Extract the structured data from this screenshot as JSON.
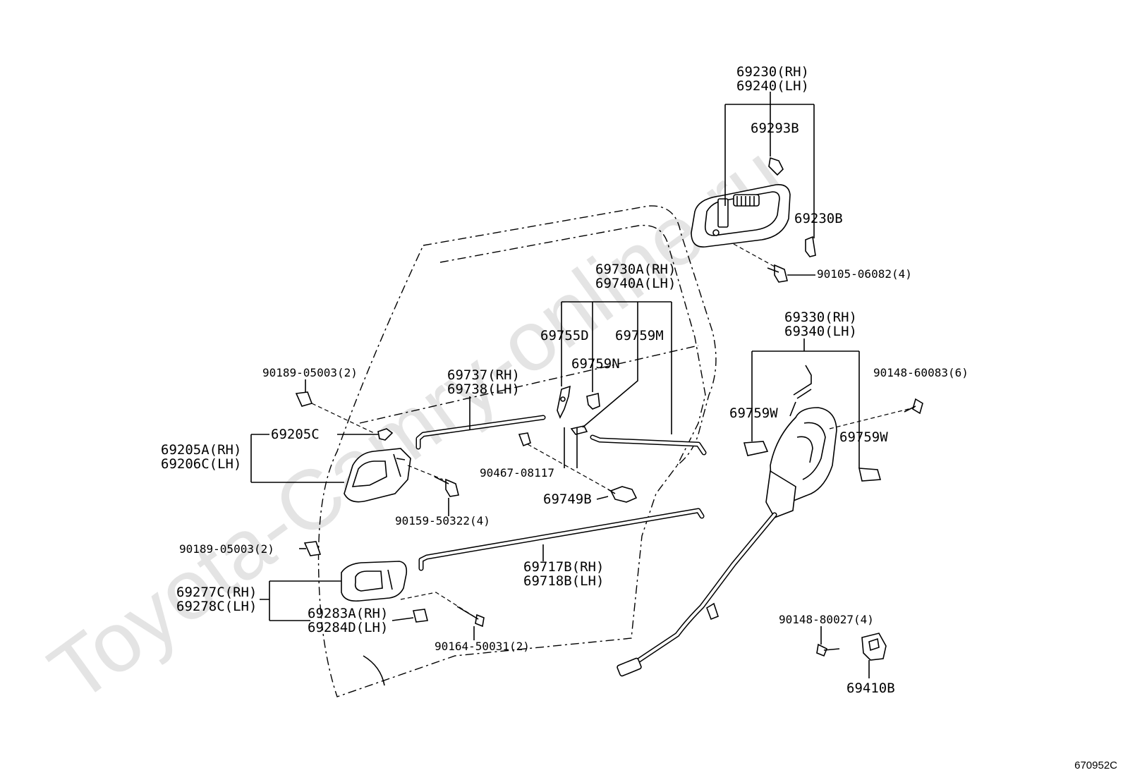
{
  "watermark": "Toyota-Camry-online.ru",
  "diagram_code": "670952C",
  "labels": {
    "l_69230_rh": "69230(RH)",
    "l_69240_lh": "69240(LH)",
    "l_69293b": "69293B",
    "l_69230b": "69230B",
    "l_90105": "90105-06082(4)",
    "l_69730a_rh": "69730A(RH)",
    "l_69740a_lh": "69740A(LH)",
    "l_69755d": "69755D",
    "l_69759m": "69759M",
    "l_69759n": "69759N",
    "l_69330_rh": "69330(RH)",
    "l_69340_lh": "69340(LH)",
    "l_90148_60083": "90148-60083(6)",
    "l_69759w_left": "69759W",
    "l_69759w_right": "69759W",
    "l_90189_top": "90189-05003(2)",
    "l_69737_rh": "69737(RH)",
    "l_69738_lh": "69738(LH)",
    "l_69205c": "69205C",
    "l_69205a_rh": "69205A(RH)",
    "l_69206c_lh": "69206C(LH)",
    "l_90467": "90467-08117",
    "l_69749b": "69749B",
    "l_90159": "90159-50322(4)",
    "l_90189_bottom": "90189-05003(2)",
    "l_69717b_rh": "69717B(RH)",
    "l_69718b_lh": "69718B(LH)",
    "l_69277c_rh": "69277C(RH)",
    "l_69278c_lh": "69278C(LH)",
    "l_69283a_rh": "69283A(RH)",
    "l_69284d_lh": "69284D(LH)",
    "l_90164": "90164-50031(2)",
    "l_90148_80027": "90148-80027(4)",
    "l_69410b": "69410B"
  }
}
